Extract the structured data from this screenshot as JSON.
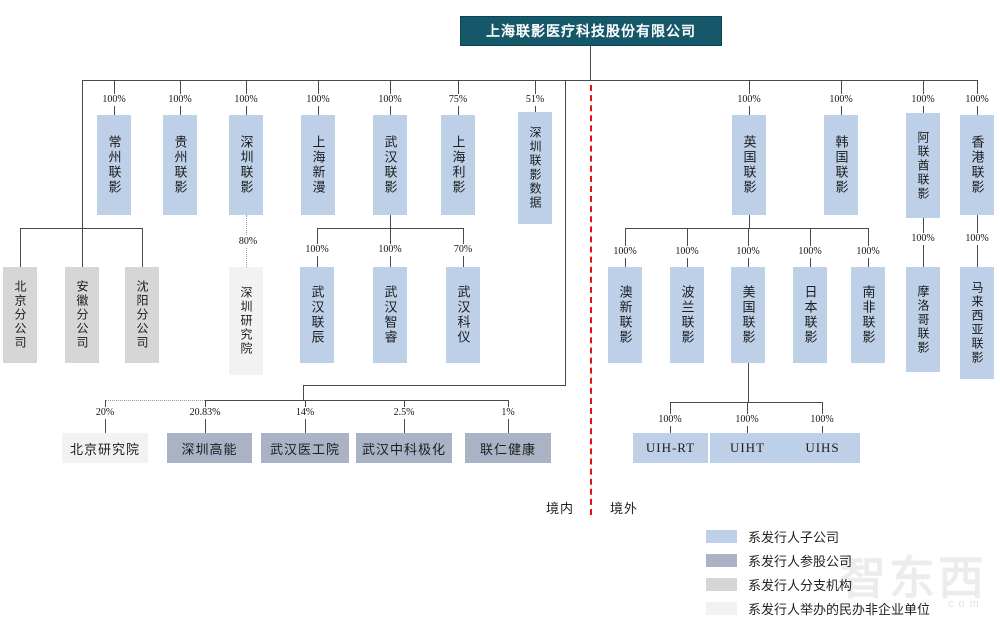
{
  "colors": {
    "title_bg": "#14586a",
    "subsidiary_blue": "#bdd0e8",
    "participation_grayblue": "#aab3c5",
    "branch_gray": "#d6d6d6",
    "private_non_enterprise_lightgray": "#f2f2f2",
    "divider_red": "#e01212",
    "line": "#4a4a4a"
  },
  "org": {
    "root": "上海联影医疗科技股份有限公司",
    "domestic": {
      "tier1": [
        {
          "label": "常州联影",
          "pct": "100%"
        },
        {
          "label": "贵州联影",
          "pct": "100%"
        },
        {
          "label": "深圳联影",
          "pct": "100%"
        },
        {
          "label": "上海新漫",
          "pct": "100%"
        },
        {
          "label": "武汉联影",
          "pct": "100%"
        },
        {
          "label": "上海利影",
          "pct": "75%"
        },
        {
          "label": "深圳联影数据",
          "pct": "51%"
        }
      ],
      "branches": [
        {
          "label": "北京分公司"
        },
        {
          "label": "安徽分公司"
        },
        {
          "label": "沈阳分公司"
        }
      ],
      "shenzhen_institute": {
        "label": "深圳研究院",
        "pct": "80%"
      },
      "wuhan_subs": [
        {
          "label": "武汉联辰",
          "pct": "100%"
        },
        {
          "label": "武汉智睿",
          "pct": "100%"
        },
        {
          "label": "武汉科仪",
          "pct": "70%"
        }
      ],
      "minority_row": [
        {
          "label": "北京研究院",
          "pct": "20%"
        },
        {
          "label": "深圳高能",
          "pct": "20.83%"
        },
        {
          "label": "武汉医工院",
          "pct": "14%"
        },
        {
          "label": "武汉中科极化",
          "pct": "2.5%"
        },
        {
          "label": "联仁健康",
          "pct": "1%"
        }
      ]
    },
    "overseas": {
      "tier1": [
        {
          "label": "英国联影",
          "pct": "100%"
        },
        {
          "label": "韩国联影",
          "pct": "100%"
        },
        {
          "label": "阿联酋联影",
          "pct": "100%"
        },
        {
          "label": "香港联影",
          "pct": "100%"
        }
      ],
      "uk_subs": [
        {
          "label": "澳新联影",
          "pct": "100%"
        },
        {
          "label": "波兰联影",
          "pct": "100%"
        },
        {
          "label": "美国联影",
          "pct": "100%"
        },
        {
          "label": "日本联影",
          "pct": "100%"
        },
        {
          "label": "南非联影",
          "pct": "100%"
        }
      ],
      "uae_sub": {
        "label": "摩洛哥联影",
        "pct": "100%"
      },
      "hk_sub": {
        "label": "马来西亚联影",
        "pct": "100%"
      },
      "us_subs": [
        {
          "label": "UIH-RT",
          "pct": "100%"
        },
        {
          "label": "UIHT",
          "pct": "100%"
        },
        {
          "label": "UIHS",
          "pct": "100%"
        }
      ]
    }
  },
  "regions": {
    "domestic": "境内",
    "overseas": "境外"
  },
  "legend": [
    {
      "label": "系发行人子公司",
      "color": "#bdd0e8"
    },
    {
      "label": "系发行人参股公司",
      "color": "#aab3c5"
    },
    {
      "label": "系发行人分支机构",
      "color": "#d6d6d6"
    },
    {
      "label": "系发行人举办的民办非企业单位",
      "color": "#f2f2f2"
    }
  ],
  "watermark": {
    "text": "智东西",
    "suffix": "com"
  }
}
